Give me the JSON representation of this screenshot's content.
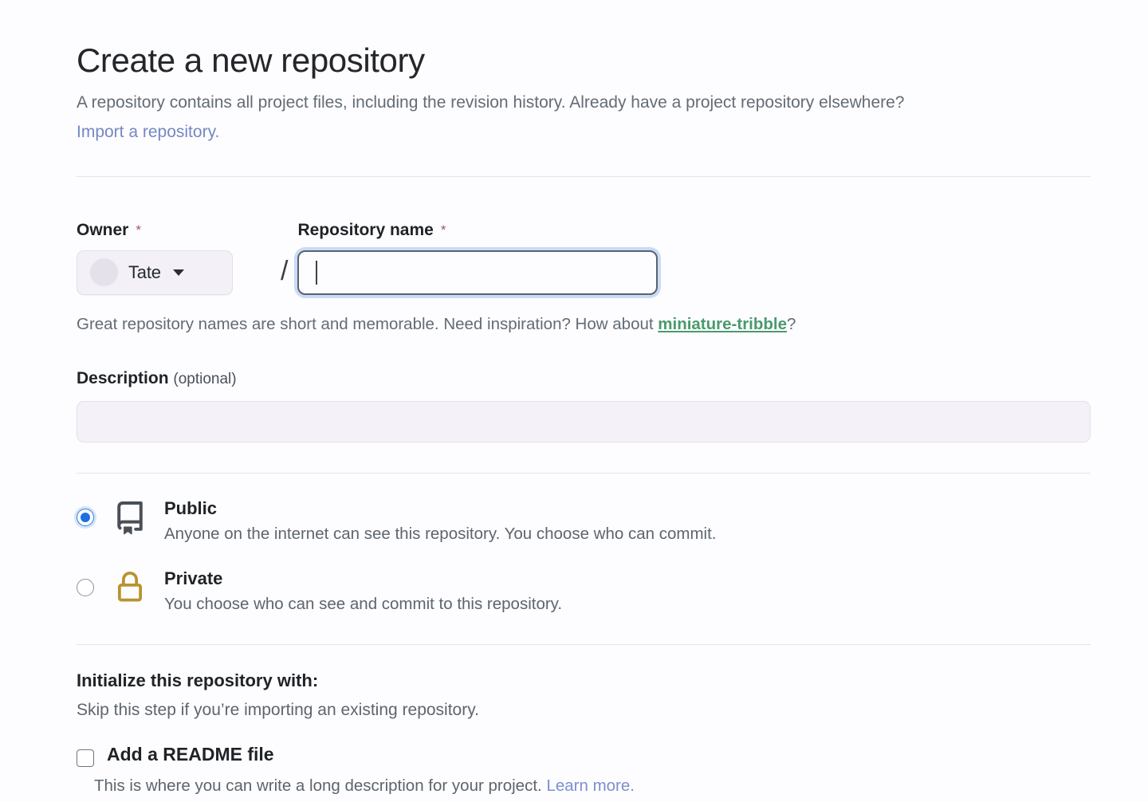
{
  "header": {
    "title": "Create a new repository",
    "subtitle_text": "A repository contains all project files, including the revision history. Already have a project repository elsewhere?",
    "import_link": "Import a repository."
  },
  "owner": {
    "label": "Owner",
    "required_mark": "*",
    "selected": "Tate",
    "avatar_icon": "user-avatar-icon",
    "caret_icon": "chevron-down-icon",
    "separator": "/"
  },
  "repo_name": {
    "label": "Repository name",
    "required_mark": "*",
    "value": "",
    "placeholder": "",
    "focused": true,
    "hint_prefix": "Great repository names are short and memorable. Need inspiration? How about ",
    "hint_suggestion": "miniature-tribble",
    "hint_suffix": "?"
  },
  "description": {
    "label": "Description",
    "optional_label": "(optional)",
    "value": "",
    "placeholder": ""
  },
  "visibility": {
    "options": [
      {
        "id": "public",
        "title": "Public",
        "description": "Anyone on the internet can see this repository. You choose who can commit.",
        "icon": "repo-book-icon",
        "icon_color": "#4a4f57",
        "selected": true
      },
      {
        "id": "private",
        "title": "Private",
        "description": "You choose who can see and commit to this repository.",
        "icon": "lock-icon",
        "icon_color": "#b8932f",
        "selected": false
      }
    ]
  },
  "initialize": {
    "title": "Initialize this repository with:",
    "subtitle": "Skip this step if you’re importing an existing repository.",
    "readme": {
      "label": "Add a README file",
      "checked": false,
      "description_prefix": "This is where you can write a long description for your project. ",
      "description_link": "Learn more."
    }
  },
  "colors": {
    "accent_blue": "#1f6fe0",
    "link_blue": "#6a86c8",
    "suggestion_green": "#4a9a6c",
    "required_red": "#a6546a",
    "lock_gold": "#b8932f",
    "page_bg": "#fdfcfe"
  }
}
